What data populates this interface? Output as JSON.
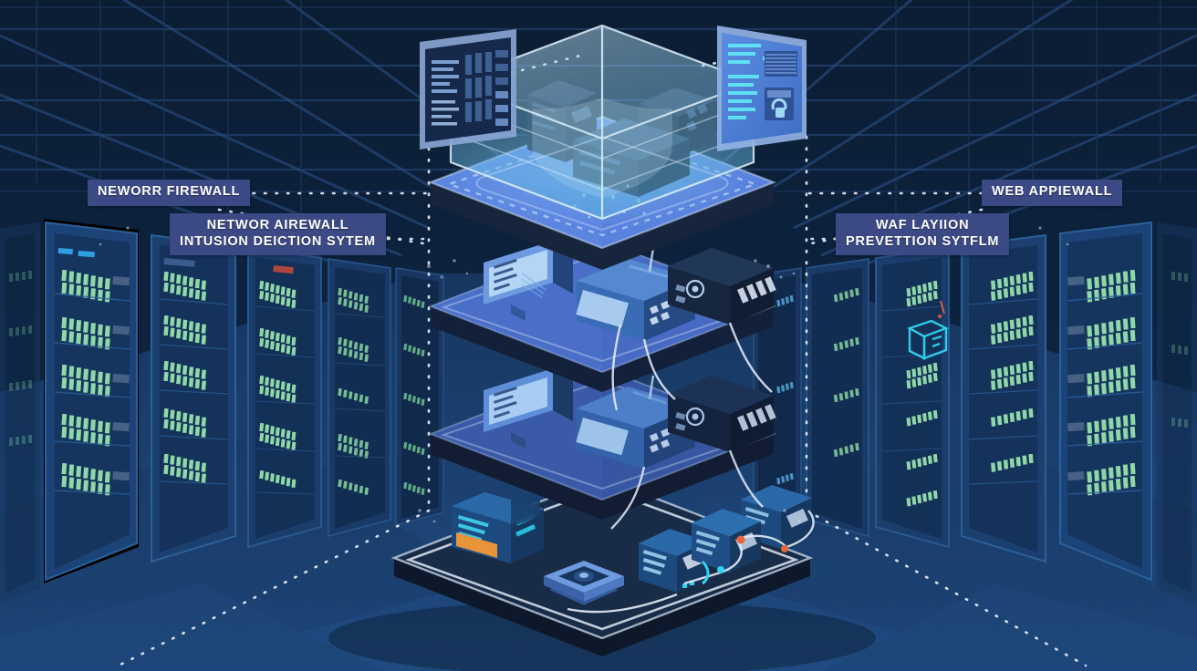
{
  "scene": {
    "title": "Layered Network Security Architecture",
    "background_color": "#0c2038",
    "floor_color": "#1c3d6b",
    "accent_color": "#5b85e0",
    "badge_color": "#3b4a85",
    "led_green": "#8fd6a8",
    "led_cyan": "#2fd4ef",
    "led_orange": "#e8943a",
    "dot_color": "#e8eef8"
  },
  "labels": [
    {
      "id": "label-network-firewall-left",
      "text": "NEWORR FIREWALL",
      "side": "left",
      "lines": [
        "NEWORR FIREWALL"
      ]
    },
    {
      "id": "label-intrusion-detection",
      "text": "NETWOR AIREWALL\nINTUSION DEICTION SYTEM",
      "side": "left",
      "lines": [
        "NETWOR AIREWALL",
        "INTUSION DEICTION SYTEM"
      ]
    },
    {
      "id": "label-web-app-firewall",
      "text": "WEB APPIEWALL",
      "side": "right",
      "lines": [
        "WEB APPIEWALL"
      ]
    },
    {
      "id": "label-waf-prevention",
      "text": "WAF LAYIION\nPREVETTION SYTFLM",
      "side": "right",
      "lines": [
        "WAF LAYIION",
        "PREVETTION SYTFLM"
      ]
    }
  ],
  "layers": [
    {
      "id": "layer-top",
      "name": "protected-core-layer",
      "color": "#5b85e0",
      "edge": "#16243c",
      "order": 1,
      "contents": "glass-shield-enclosure-with-servers"
    },
    {
      "id": "layer-second",
      "name": "perimeter-defense-layer",
      "color": "#4a6fc9",
      "edge": "#13203a",
      "order": 2,
      "contents": "monitor-server-rack-router"
    },
    {
      "id": "layer-third",
      "name": "inspection-layer",
      "color": "#3a5aa8",
      "edge": "#121d33",
      "order": 3,
      "contents": "monitor-server-rack-router"
    },
    {
      "id": "layer-bottom",
      "name": "infrastructure-layer",
      "color": "#182c48",
      "edge": "#0d192b",
      "order": 4,
      "contents": "servers-cpu-switches-cabling"
    }
  ],
  "panels": [
    {
      "id": "panel-left-dashboard",
      "name": "log-dashboard-panel",
      "style": "dark",
      "body_color": "#1a2c4a",
      "frame_color": "#8aa6d4",
      "text_rows": 8,
      "block_columns": 4,
      "block_rows": 4
    },
    {
      "id": "panel-right-report",
      "name": "security-report-panel",
      "style": "blue",
      "body_color": "#4a7fd6",
      "frame_color": "#93b4e8",
      "text_rows": 9,
      "has_lock_icon": true,
      "has_chart_block": true
    }
  ],
  "server_racks": {
    "left_count": 6,
    "right_count": 6,
    "led_rows_per_rack": 7,
    "led_color": "#8fd6a8",
    "cabinet_color": "#1f4e86",
    "cabinet_face": "#17365f"
  },
  "connectors": {
    "style": "dotted",
    "color": "#e8eef8",
    "count": 6
  }
}
